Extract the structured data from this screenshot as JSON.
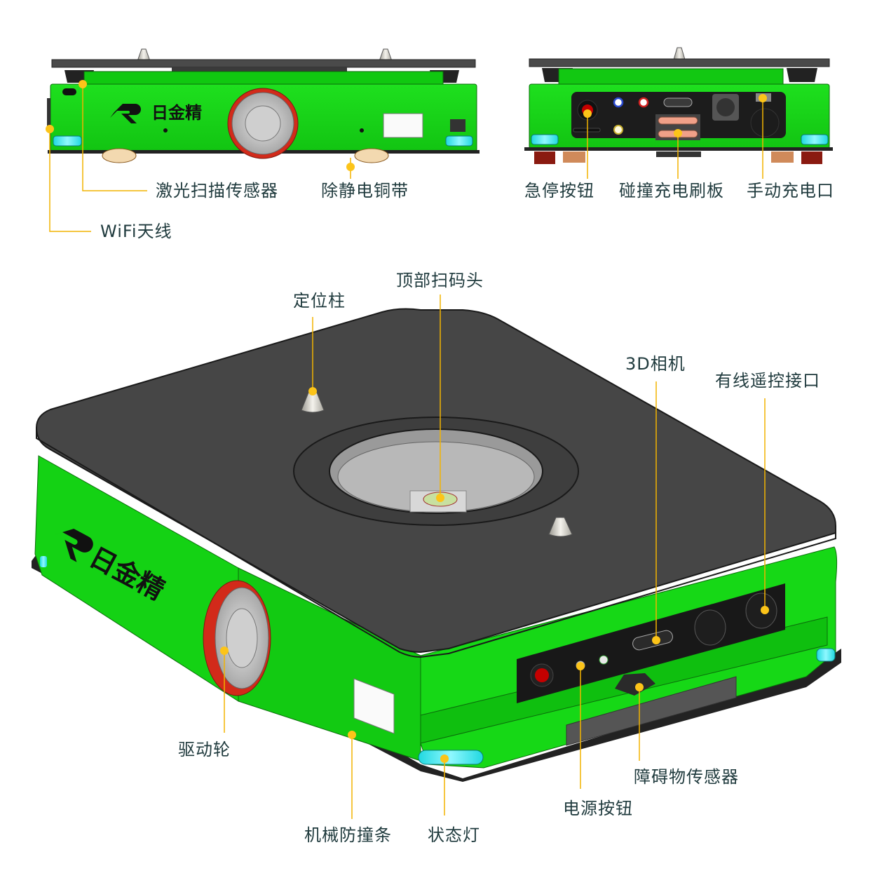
{
  "brand": {
    "name": "日金精",
    "logo_icon": "rjj-logo-icon"
  },
  "colors": {
    "body_green": "#14d214",
    "body_green_dark": "#0fa90f",
    "top_plate": "#464646",
    "callout_line": "#f2b300",
    "callout_dot": "#fcc419",
    "label_text": "#1f3a3d",
    "status_light": "#3ff0f0",
    "wheel_red": "#d02b1c",
    "estop_red": "#c40000",
    "brush_copper": "#f0a088"
  },
  "views": {
    "side": {
      "callouts": [
        {
          "id": "laser-scanner",
          "label": "激光扫描传感器"
        },
        {
          "id": "antistatic-copper-strip",
          "label": "除静电铜带"
        },
        {
          "id": "wifi-antenna",
          "label": "WiFi天线"
        }
      ]
    },
    "rear": {
      "callouts": [
        {
          "id": "emergency-stop-button",
          "label": "急停按钮"
        },
        {
          "id": "collision-charging-brush",
          "label": "碰撞充电刷板"
        },
        {
          "id": "manual-charging-port",
          "label": "手动充电口"
        }
      ]
    },
    "iso": {
      "callouts": [
        {
          "id": "positioning-pin",
          "label": "定位柱"
        },
        {
          "id": "top-code-scanner",
          "label": "顶部扫码头"
        },
        {
          "id": "3d-camera",
          "label": "3D相机"
        },
        {
          "id": "wired-remote-port",
          "label": "有线遥控接口"
        },
        {
          "id": "drive-wheel",
          "label": "驱动轮"
        },
        {
          "id": "obstacle-sensor",
          "label": "障碍物传感器"
        },
        {
          "id": "power-button",
          "label": "电源按钮"
        },
        {
          "id": "mechanical-bumper",
          "label": "机械防撞条"
        },
        {
          "id": "status-light",
          "label": "状态灯"
        }
      ]
    }
  }
}
